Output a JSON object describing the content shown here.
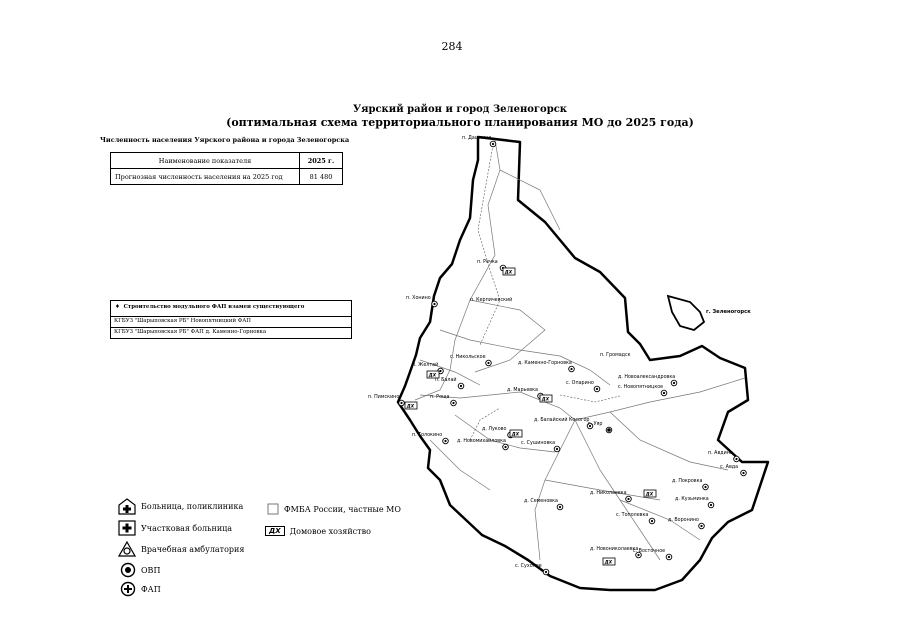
{
  "page_number": "284",
  "title": "Уярский район и город Зеленогорск",
  "subtitle": "(оптимальная схема территориального планирования МО до 2025 года)",
  "population": {
    "caption": "Численность населения Уярского района и города Зеленогорска",
    "col_indicator": "Наименование показателя",
    "col_year": "2025 г.",
    "row_label": "Прогнозная численность населения на 2025 год",
    "row_value": "81 480"
  },
  "fap": {
    "header": "Строительство модульного ФАП взамен существующего",
    "rows": [
      "КГБУЗ \"Шарыповская РБ\" Новопятницкий ФАП",
      "КГБУЗ \"Шарыповская РБ\" ФАП д. Каменно-Горновка"
    ]
  },
  "legend": {
    "hospital": "Больница, поликлиника",
    "district_hospital": "Участковая больница",
    "ambulatory": "Врачебная амбулатория",
    "ovp": "ОВП",
    "fap": "ФАП",
    "fmba": "ФМБА России, частные МО",
    "household": "Домовое хозяйство",
    "dh_mark": "ДХ"
  },
  "map": {
    "enclave_label": "г. Зеленогорск",
    "settlements": [
      {
        "id": "dashkino",
        "label": "п. Дашкино"
      },
      {
        "id": "rechka",
        "label": "п. Речка"
      },
      {
        "id": "khonino",
        "label": "п. Хонино"
      },
      {
        "id": "kerpichevsky",
        "label": "п. Керпичевский"
      },
      {
        "id": "nikolskoe",
        "label": "с. Никольское"
      },
      {
        "id": "kamenno",
        "label": "д. Каменно-Горновка"
      },
      {
        "id": "gromadsk",
        "label": "п. Громадск"
      },
      {
        "id": "zheltai",
        "label": "п. Желтай"
      },
      {
        "id": "balai",
        "label": "п. Балай"
      },
      {
        "id": "marievka",
        "label": "д. Марьевка"
      },
      {
        "id": "oparino",
        "label": "с. Опарино"
      },
      {
        "id": "novoalex",
        "label": "д. Новоалександровка"
      },
      {
        "id": "novopyat",
        "label": "с. Новопятницкое"
      },
      {
        "id": "pimskino",
        "label": "п. Пимскино"
      },
      {
        "id": "roscha",
        "label": "п. Роща"
      },
      {
        "id": "balaiskosogor",
        "label": "д. Балайский Косогор"
      },
      {
        "id": "uyar",
        "label": "г. Уяр"
      },
      {
        "id": "tolokino",
        "label": "п. Толокино"
      },
      {
        "id": "lukovo",
        "label": "д. Луково"
      },
      {
        "id": "novomikhailovka",
        "label": "д. Новомихайловка"
      },
      {
        "id": "sushinovka",
        "label": "с. Сушиновка"
      },
      {
        "id": "avdino",
        "label": "п. Авдино"
      },
      {
        "id": "avda",
        "label": "с. Авда"
      },
      {
        "id": "pokrovka",
        "label": "д. Покровка"
      },
      {
        "id": "kuzminka",
        "label": "д. Кузьминка"
      },
      {
        "id": "nikolaevka",
        "label": "д. Николаевка"
      },
      {
        "id": "semenovka",
        "label": "д. Семеновка"
      },
      {
        "id": "topolevka",
        "label": "с. Тополевка"
      },
      {
        "id": "voronino",
        "label": "д. Воронино"
      },
      {
        "id": "novonikolaevka",
        "label": "д. Новониколаевка"
      },
      {
        "id": "vostochnoe",
        "label": "с. Восточное"
      },
      {
        "id": "sukhonoe",
        "label": "с. Сухоное"
      }
    ]
  }
}
